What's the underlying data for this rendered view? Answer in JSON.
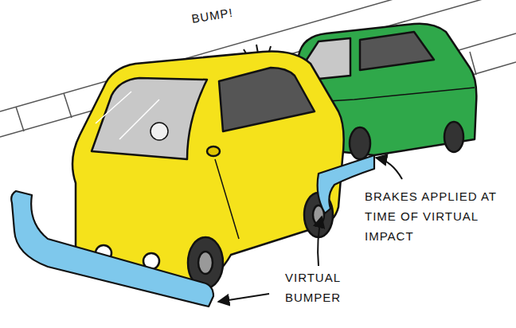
{
  "diagram": {
    "labels": [
      "BUMP!",
      "BRAKES APPLIED AT TIME OF VIRTUAL IMPACT",
      "VIRTUAL BUMPER"
    ]
  }
}
